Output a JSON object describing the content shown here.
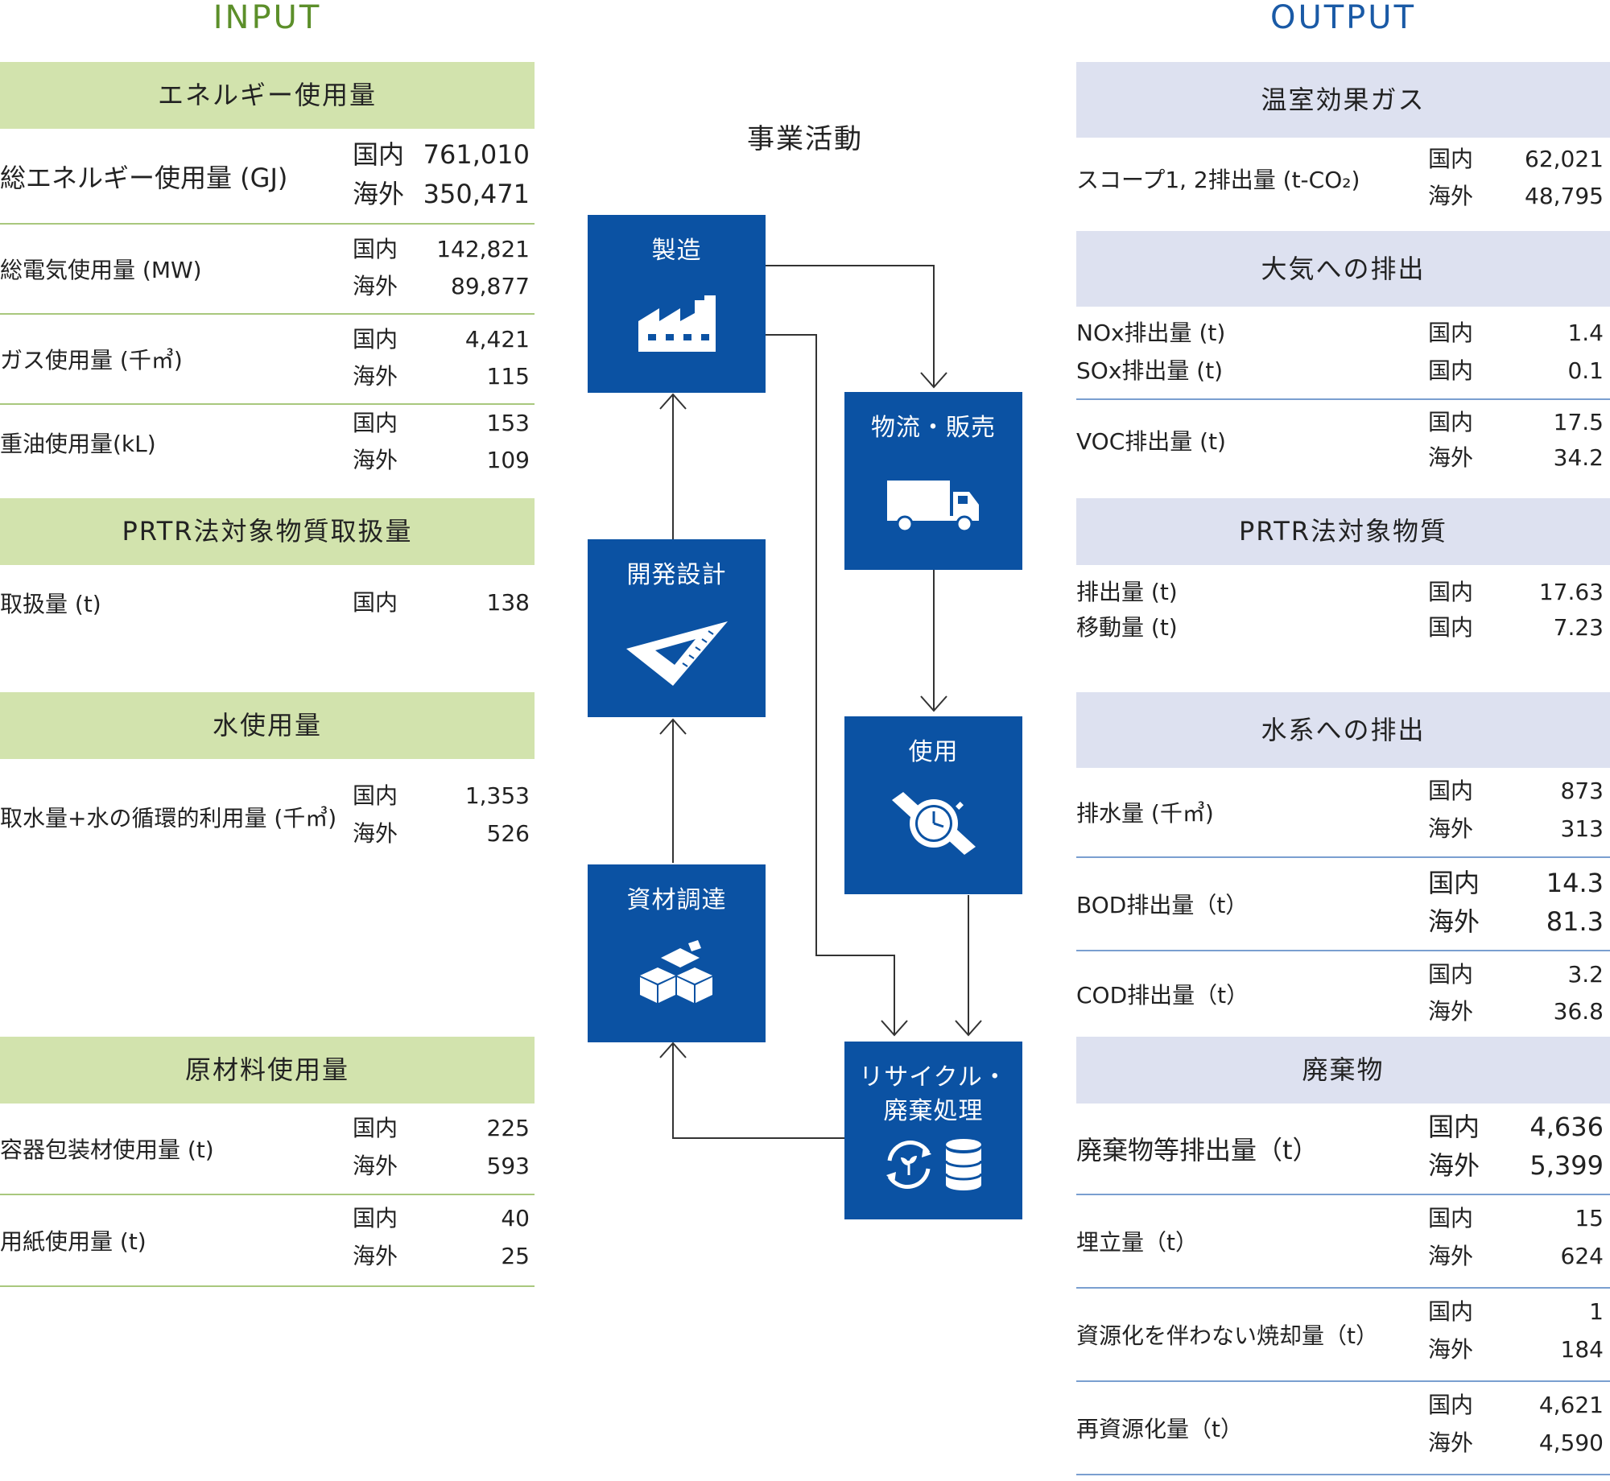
{
  "input_title": "INPUT",
  "output_title": "OUTPUT",
  "center_title": "事業活動",
  "input": [
    {
      "heading": "エネルギー使用量",
      "rows": [
        {
          "label": "総エネルギー使用量 (GJ)",
          "items": [
            {
              "region": "国内",
              "value": "761,010"
            },
            {
              "region": "海外",
              "value": "350,471"
            }
          ]
        },
        {
          "label": "総電気使用量 (MW)",
          "items": [
            {
              "region": "国内",
              "value": "142,821"
            },
            {
              "region": "海外",
              "value": "89,877"
            }
          ]
        },
        {
          "label": "ガス使用量 (千㎥)",
          "items": [
            {
              "region": "国内",
              "value": "4,421"
            },
            {
              "region": "海外",
              "value": "115"
            }
          ]
        },
        {
          "label": "重油使用量(kL)",
          "items": [
            {
              "region": "国内",
              "value": "153"
            },
            {
              "region": "海外",
              "value": "109"
            }
          ]
        }
      ]
    },
    {
      "heading": "PRTR法対象物質取扱量",
      "rows": [
        {
          "label": "取扱量 (t)",
          "items": [
            {
              "region": "国内",
              "value": "138"
            }
          ]
        }
      ]
    },
    {
      "heading": "水使用量",
      "rows": [
        {
          "label": "取水量+水の循環的利用量 (千㎥)",
          "items": [
            {
              "region": "国内",
              "value": "1,353"
            },
            {
              "region": "海外",
              "value": "526"
            }
          ]
        }
      ]
    },
    {
      "heading": "原材料使用量",
      "rows": [
        {
          "label": "容器包装材使用量 (t)",
          "items": [
            {
              "region": "国内",
              "value": "225"
            },
            {
              "region": "海外",
              "value": "593"
            }
          ]
        },
        {
          "label": "用紙使用量 (t)",
          "items": [
            {
              "region": "国内",
              "value": "40"
            },
            {
              "region": "海外",
              "value": "25"
            }
          ]
        }
      ]
    }
  ],
  "output": [
    {
      "heading": "温室効果ガス",
      "rows": [
        {
          "label": "スコープ1, 2排出量 (t-CO₂)",
          "items": [
            {
              "region": "国内",
              "value": "62,021"
            },
            {
              "region": "海外",
              "value": "48,795"
            }
          ]
        }
      ]
    },
    {
      "heading": "大気への排出",
      "rows": [
        {
          "label": "",
          "items": [
            {
              "region": "国内",
              "value": "1.4",
              "name": "NOx排出量 (t)"
            },
            {
              "region": "国内",
              "value": "0.1",
              "name": "SOx排出量 (t)"
            }
          ]
        },
        {
          "label": "VOC排出量 (t)",
          "items": [
            {
              "region": "国内",
              "value": "17.5"
            },
            {
              "region": "海外",
              "value": "34.2"
            }
          ]
        }
      ]
    },
    {
      "heading": "PRTR法対象物質",
      "rows": [
        {
          "label": "",
          "items": [
            {
              "region": "国内",
              "value": "17.63",
              "name": "排出量 (t)"
            },
            {
              "region": "国内",
              "value": "7.23",
              "name": "移動量 (t)"
            }
          ]
        }
      ]
    },
    {
      "heading": "水系への排出",
      "rows": [
        {
          "label": "排水量 (千㎥)",
          "items": [
            {
              "region": "国内",
              "value": "873"
            },
            {
              "region": "海外",
              "value": "313"
            }
          ]
        },
        {
          "label": "BOD排出量（t）",
          "items": [
            {
              "region": "国内",
              "value": "14.3"
            },
            {
              "region": "海外",
              "value": "81.3"
            }
          ]
        },
        {
          "label": "COD排出量（t）",
          "items": [
            {
              "region": "国内",
              "value": "3.2"
            },
            {
              "region": "海外",
              "value": "36.8"
            }
          ]
        }
      ]
    },
    {
      "heading": "廃棄物",
      "rows": [
        {
          "label": "廃棄物等排出量（t）",
          "items": [
            {
              "region": "国内",
              "value": "4,636"
            },
            {
              "region": "海外",
              "value": "5,399"
            }
          ]
        },
        {
          "label": "埋立量（t）",
          "items": [
            {
              "region": "国内",
              "value": "15"
            },
            {
              "region": "海外",
              "value": "624"
            }
          ]
        },
        {
          "label": "資源化を伴わない焼却量（t）",
          "items": [
            {
              "region": "国内",
              "value": "1"
            },
            {
              "region": "海外",
              "value": "184"
            }
          ]
        },
        {
          "label": "再資源化量（t）",
          "items": [
            {
              "region": "国内",
              "value": "4,621"
            },
            {
              "region": "海外",
              "value": "4,590"
            }
          ]
        }
      ]
    }
  ],
  "flow": {
    "manufacturing": "製造",
    "logistics": "物流・販売",
    "design": "開発設計",
    "use": "使用",
    "procurement": "資材調達",
    "recycle": "リサイクル・\n廃棄処理"
  },
  "colors": {
    "box": "#0b52a3",
    "input_head": "#d2e3ad",
    "output_head": "#dde1f0",
    "input_accent": "#5c8f2a",
    "output_accent": "#1a5aa6"
  }
}
